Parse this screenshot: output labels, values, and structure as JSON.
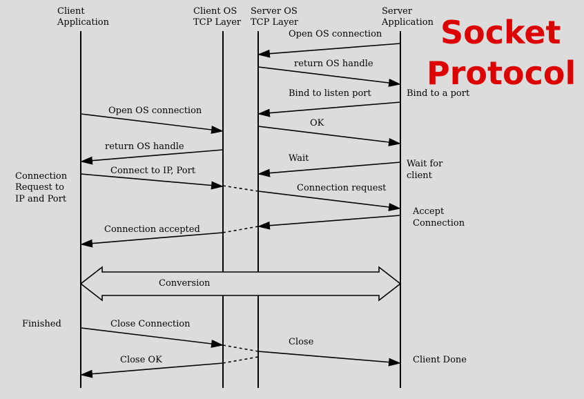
{
  "title": {
    "line1": "Socket",
    "line2": "Protocol",
    "color": "#dd0000"
  },
  "lanes": [
    {
      "line1": "Client",
      "line2": "Application"
    },
    {
      "line1": "Client OS",
      "line2": "TCP Layer"
    },
    {
      "line1": "Server OS",
      "line2": "TCP Layer"
    },
    {
      "line1": "Server",
      "line2": "Application"
    }
  ],
  "messages": {
    "open_server": "Open OS connection",
    "return_server": "return OS handle",
    "bind_listen": "Bind to listen port",
    "open_client": "Open OS connection",
    "ok": "OK",
    "return_client": "return OS handle",
    "wait": "Wait",
    "connect": "Connect to IP, Port",
    "conn_request": "Connection request",
    "conn_accepted": "Connection accepted",
    "conversion": "Conversion",
    "close_conn": "Close Connection",
    "close": "Close",
    "close_ok": "Close OK"
  },
  "notes": {
    "bind_port": "Bind to a port",
    "wait_for": [
      "Wait for",
      "client"
    ],
    "conn_req": [
      "Connection",
      "Request to",
      "IP and Port"
    ],
    "accept": [
      "Accept",
      "Connection"
    ],
    "finished": "Finished",
    "client_done": "Client Done"
  }
}
